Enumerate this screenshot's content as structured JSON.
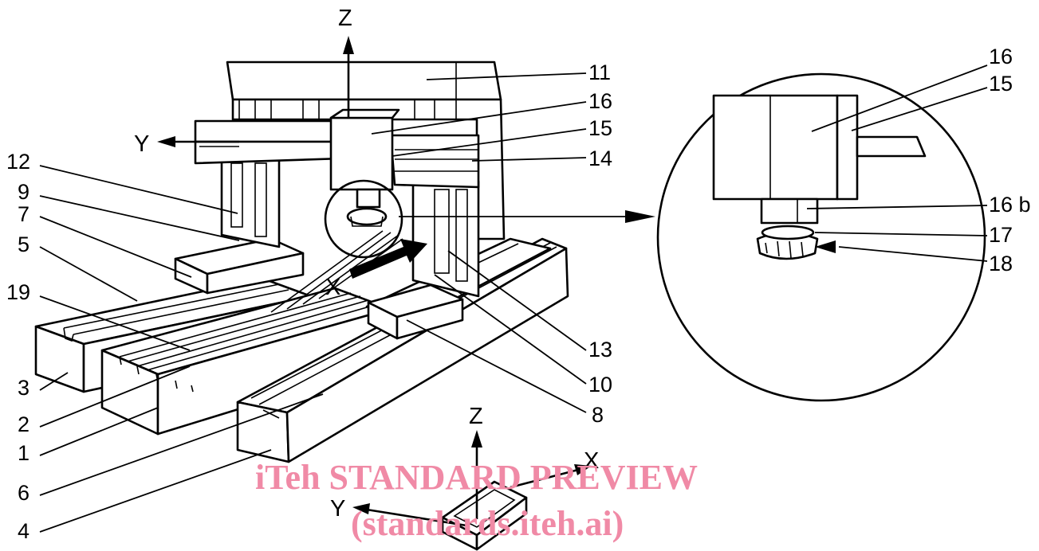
{
  "diagram": {
    "axes": {
      "z_main": "Z",
      "y_main": "Y",
      "x_main": "X",
      "z_small": "Z",
      "y_small": "Y",
      "x_small": "X"
    },
    "left_labels": [
      "12",
      "9",
      "7",
      "5",
      "19",
      "3",
      "2",
      "1",
      "6",
      "4"
    ],
    "right_labels": [
      "11",
      "16",
      "15",
      "14",
      "13",
      "10",
      "8"
    ],
    "detail_labels": [
      "16",
      "15",
      "16 b",
      "17",
      "18"
    ]
  },
  "watermark": {
    "line1": "iTeh STANDARD PREVIEW",
    "line2": "(standards.iteh.ai)"
  }
}
